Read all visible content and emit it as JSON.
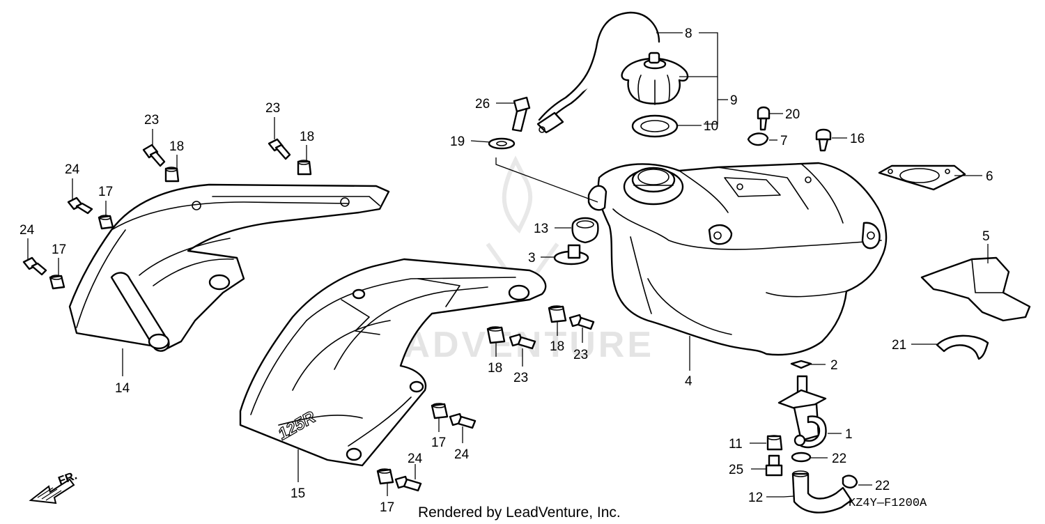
{
  "diagram": {
    "callouts": [
      {
        "id": "c8",
        "label": "8"
      },
      {
        "id": "c9",
        "label": "9"
      },
      {
        "id": "c10",
        "label": "10"
      },
      {
        "id": "c26",
        "label": "26"
      },
      {
        "id": "c19",
        "label": "19"
      },
      {
        "id": "c20",
        "label": "20"
      },
      {
        "id": "c7",
        "label": "7"
      },
      {
        "id": "c16",
        "label": "16"
      },
      {
        "id": "c6",
        "label": "6"
      },
      {
        "id": "c13",
        "label": "13"
      },
      {
        "id": "c3",
        "label": "3"
      },
      {
        "id": "c5",
        "label": "5"
      },
      {
        "id": "c4",
        "label": "4"
      },
      {
        "id": "c21",
        "label": "21"
      },
      {
        "id": "c2",
        "label": "2"
      },
      {
        "id": "c1",
        "label": "1"
      },
      {
        "id": "c11",
        "label": "11"
      },
      {
        "id": "c22a",
        "label": "22"
      },
      {
        "id": "c25",
        "label": "25"
      },
      {
        "id": "c22b",
        "label": "22"
      },
      {
        "id": "c12",
        "label": "12"
      },
      {
        "id": "c23a",
        "label": "23"
      },
      {
        "id": "c18a",
        "label": "18"
      },
      {
        "id": "c24a",
        "label": "24"
      },
      {
        "id": "c17a",
        "label": "17"
      },
      {
        "id": "c24b",
        "label": "24"
      },
      {
        "id": "c17b",
        "label": "17"
      },
      {
        "id": "c14",
        "label": "14"
      },
      {
        "id": "c23b",
        "label": "23"
      },
      {
        "id": "c18b",
        "label": "18"
      },
      {
        "id": "c18c",
        "label": "18"
      },
      {
        "id": "c23c",
        "label": "23"
      },
      {
        "id": "c18d",
        "label": "18"
      },
      {
        "id": "c23d",
        "label": "23"
      },
      {
        "id": "c17c",
        "label": "17"
      },
      {
        "id": "c24c",
        "label": "24"
      },
      {
        "id": "c24d",
        "label": "24"
      },
      {
        "id": "c17d",
        "label": "17"
      },
      {
        "id": "c15",
        "label": "15"
      }
    ],
    "shroud_decal": "125R",
    "front_indicator": "FR.",
    "caption": "Rendered by LeadVenture, Inc.",
    "diagram_code": "KZ4Y—F1200A",
    "watermark": "LEADVENTURE"
  }
}
